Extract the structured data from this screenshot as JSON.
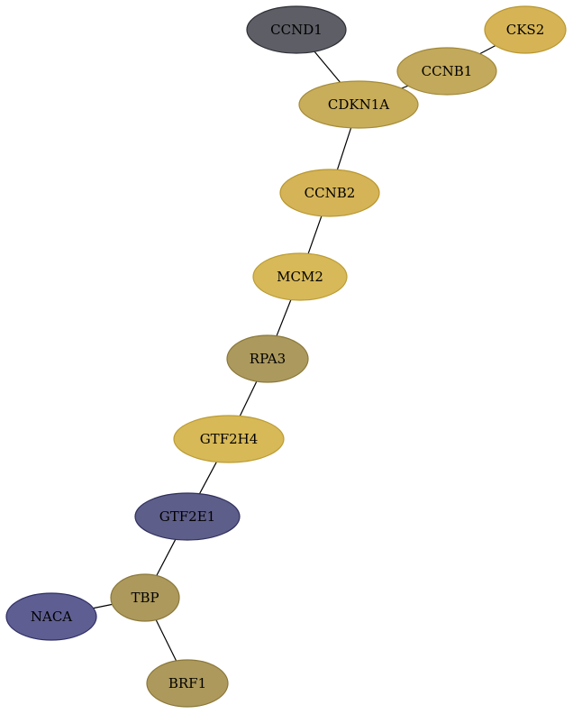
{
  "graph": {
    "nodes": [
      {
        "id": "CCND1",
        "label": "CCND1",
        "fill": "#5d5e66",
        "stroke": "#2e2f35"
      },
      {
        "id": "CKS2",
        "label": "CKS2",
        "fill": "#d6b455",
        "stroke": "#b8962e"
      },
      {
        "id": "CCNB1",
        "label": "CCNB1",
        "fill": "#c3a95b",
        "stroke": "#a08838"
      },
      {
        "id": "CDKN1A",
        "label": "CDKN1A",
        "fill": "#c8ad5a",
        "stroke": "#a58c38"
      },
      {
        "id": "CCNB2",
        "label": "CCNB2",
        "fill": "#d5b458",
        "stroke": "#b8962e"
      },
      {
        "id": "MCM2",
        "label": "MCM2",
        "fill": "#d8b959",
        "stroke": "#bb9c33"
      },
      {
        "id": "RPA3",
        "label": "RPA3",
        "fill": "#ac995d",
        "stroke": "#8a783a"
      },
      {
        "id": "GTF2H4",
        "label": "GTF2H4",
        "fill": "#d8b957",
        "stroke": "#bb9c33"
      },
      {
        "id": "GTF2E1",
        "label": "GTF2E1",
        "fill": "#5e5e8a",
        "stroke": "#2f2f5c"
      },
      {
        "id": "TBP",
        "label": "TBP",
        "fill": "#ad995c",
        "stroke": "#8a783a"
      },
      {
        "id": "NACA",
        "label": "NACA",
        "fill": "#5e5e92",
        "stroke": "#2e2e66"
      },
      {
        "id": "BRF1",
        "label": "BRF1",
        "fill": "#ad995b",
        "stroke": "#8a783a"
      }
    ],
    "edges": [
      [
        "CCND1",
        "CDKN1A"
      ],
      [
        "CKS2",
        "CCNB1"
      ],
      [
        "CCNB1",
        "CDKN1A"
      ],
      [
        "CDKN1A",
        "CCNB2"
      ],
      [
        "CCNB2",
        "MCM2"
      ],
      [
        "MCM2",
        "RPA3"
      ],
      [
        "RPA3",
        "GTF2H4"
      ],
      [
        "GTF2H4",
        "GTF2E1"
      ],
      [
        "GTF2E1",
        "TBP"
      ],
      [
        "TBP",
        "NACA"
      ],
      [
        "TBP",
        "BRF1"
      ]
    ]
  }
}
